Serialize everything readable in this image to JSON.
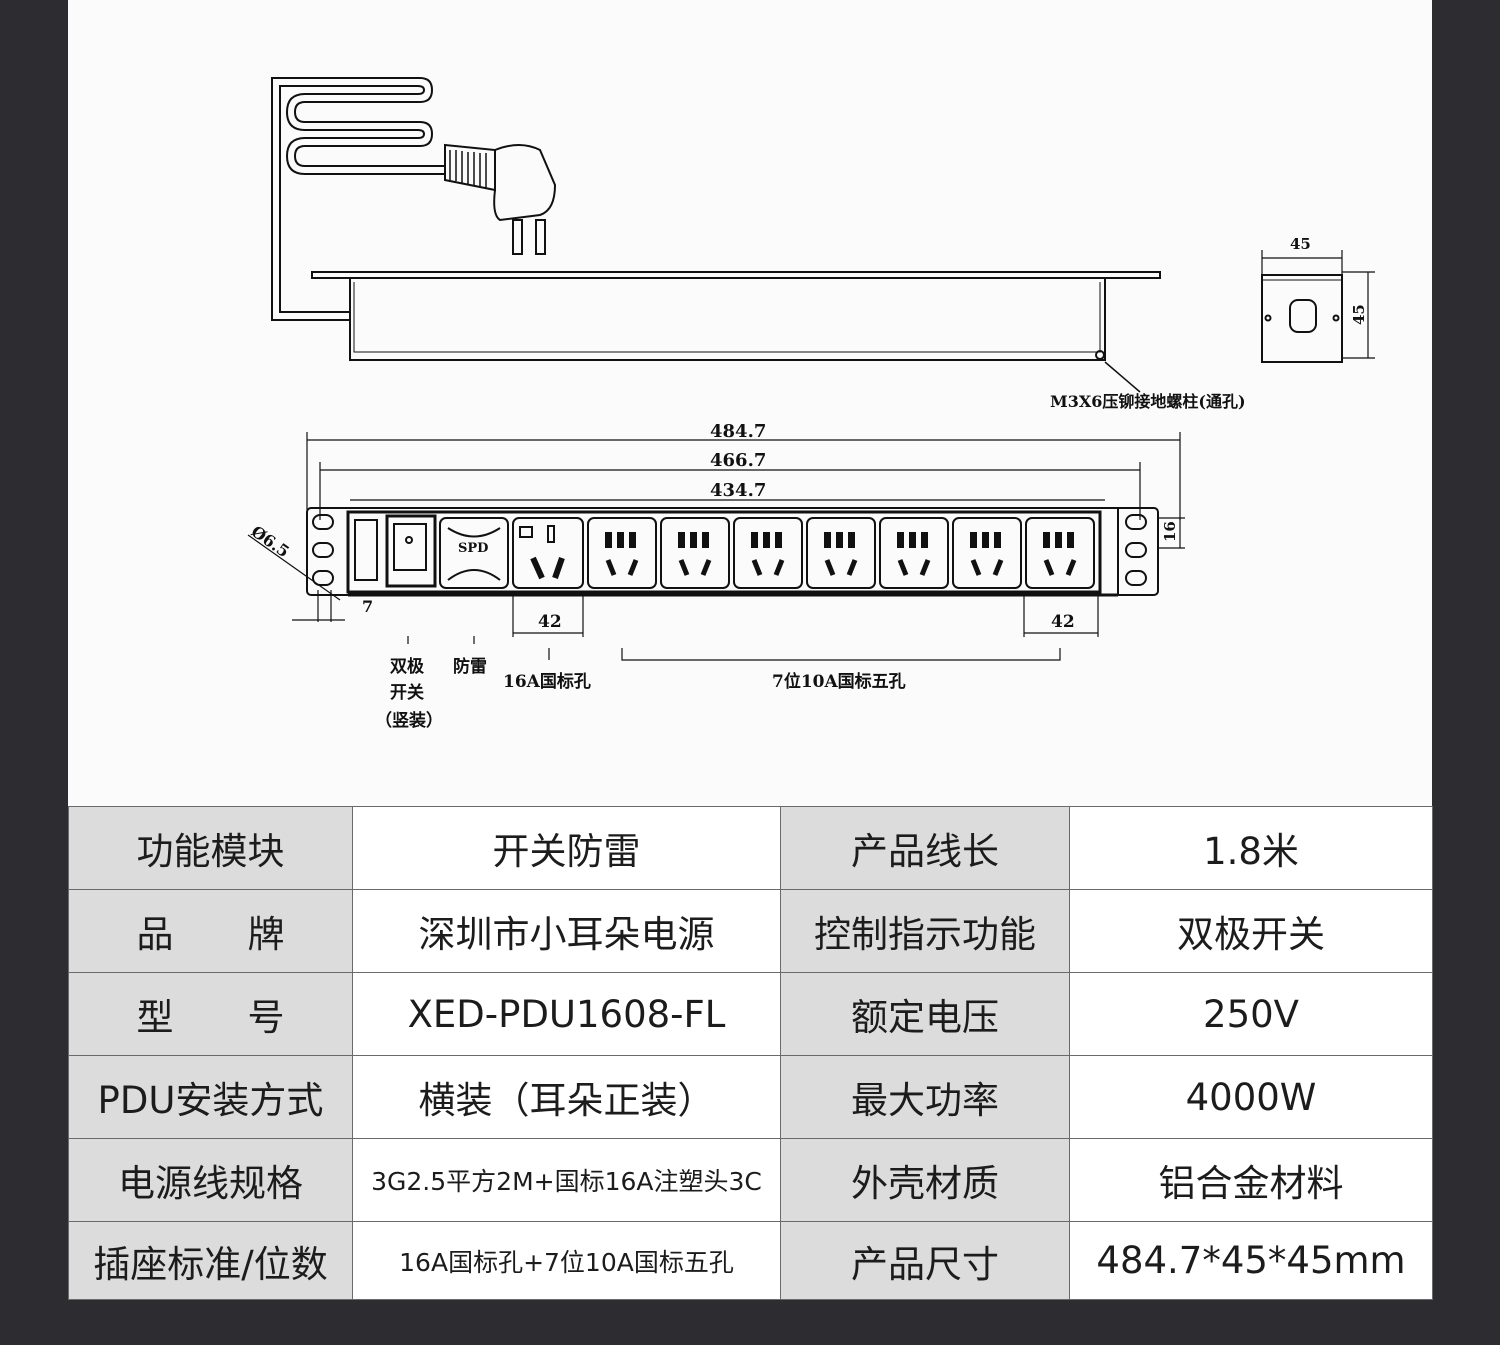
{
  "drawing": {
    "ground_stud_note": "M3X6压铆接地螺柱(通孔)",
    "end_width": "45",
    "end_height": "45",
    "dim_overall": "484.7",
    "dim_mount": "466.7",
    "dim_body": "434.7",
    "dim_hole": "Ø6.5",
    "dim_edge": "7",
    "dim_socket_16a": "42",
    "dim_socket_10a": "42",
    "dim_ear_height": "16",
    "spd_mark": "SPD",
    "label_switch_1": "双极",
    "label_switch_2": "开关",
    "label_switch_3": "（竖装）",
    "label_spd": "防雷",
    "label_16a": "16A国标孔",
    "label_10a": "7位10A国标五孔"
  },
  "spec_table": {
    "rows": [
      {
        "l1": "功能模块",
        "v1": "开关防雷",
        "l2": "产品线长",
        "v2": "1.8米"
      },
      {
        "l1": "品　　牌",
        "v1": "深圳市小耳朵电源",
        "l2": "控制指示功能",
        "v2": "双极开关"
      },
      {
        "l1": "型　　号",
        "v1": "XED-PDU1608-FL",
        "l2": "额定电压",
        "v2": "250V"
      },
      {
        "l1": "PDU安装方式",
        "v1": "横装（耳朵正装）",
        "l2": "最大功率",
        "v2": "4000W"
      },
      {
        "l1": "电源线规格",
        "v1": "3G2.5平方2M+国标16A注塑头3C",
        "l2": "外壳材质",
        "v2": "铝合金材料"
      },
      {
        "l1": "插座标准/位数",
        "v1": "16A国标孔+7位10A国标五孔",
        "l2": "产品尺寸",
        "v2": "484.7*45*45mm"
      }
    ]
  }
}
